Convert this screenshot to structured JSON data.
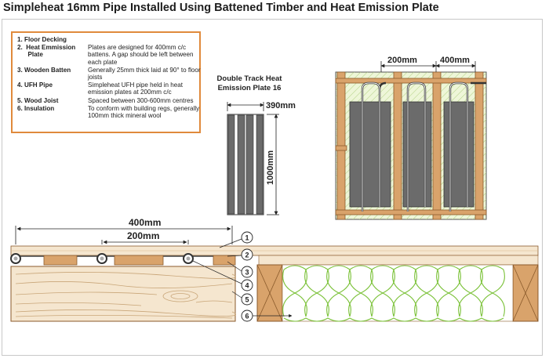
{
  "title": "Simpleheat 16mm Pipe Installed Using Battened Timber and Heat Emission Plate",
  "legend": [
    {
      "key": "1.  Floor Decking",
      "value": ""
    },
    {
      "key": "2.  Heat Emmission\n      Plate",
      "value": "Plates are designed for 400mm c/c battens.  A gap should be left between each plate"
    },
    {
      "key": "3. Wooden Batten",
      "value": "Generally 25mm thick laid at 90° to floor joists"
    },
    {
      "key": "4. UFH Pipe",
      "value": "Simpleheat UFH pipe held in heat emission plates at 200mm c/c"
    },
    {
      "key": "5. Wood Joist",
      "value": "Spaced between 300-600mm centres"
    },
    {
      "key": "6. Insulation",
      "value": "To conform with building regs, generally 100mm thick mineral wool"
    }
  ],
  "plate": {
    "title_line1": "Double Track Heat",
    "title_line2": "Emission Plate 16",
    "width_label": "390mm",
    "height_label": "1000mm"
  },
  "plan": {
    "dim1": "200mm",
    "dim2": "400mm"
  },
  "section": {
    "dim1": "400mm",
    "dim2": "200mm"
  },
  "callouts": [
    "1",
    "2",
    "3",
    "4",
    "5",
    "6"
  ],
  "colors": {
    "batten": "#d9a36b",
    "batten_dark": "#8a5a2b",
    "plate": "#6b6b6b",
    "insulation_bg": "#eef6d8",
    "insulation_line": "#7cc23a",
    "frame_accent": "#e08a3c",
    "wood": "#f5e6cf"
  }
}
